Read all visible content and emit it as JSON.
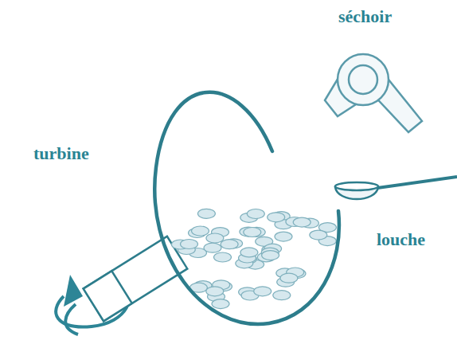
{
  "diagram": {
    "labels": [
      "séchoir",
      "turbine",
      "louche"
    ]
  }
}
